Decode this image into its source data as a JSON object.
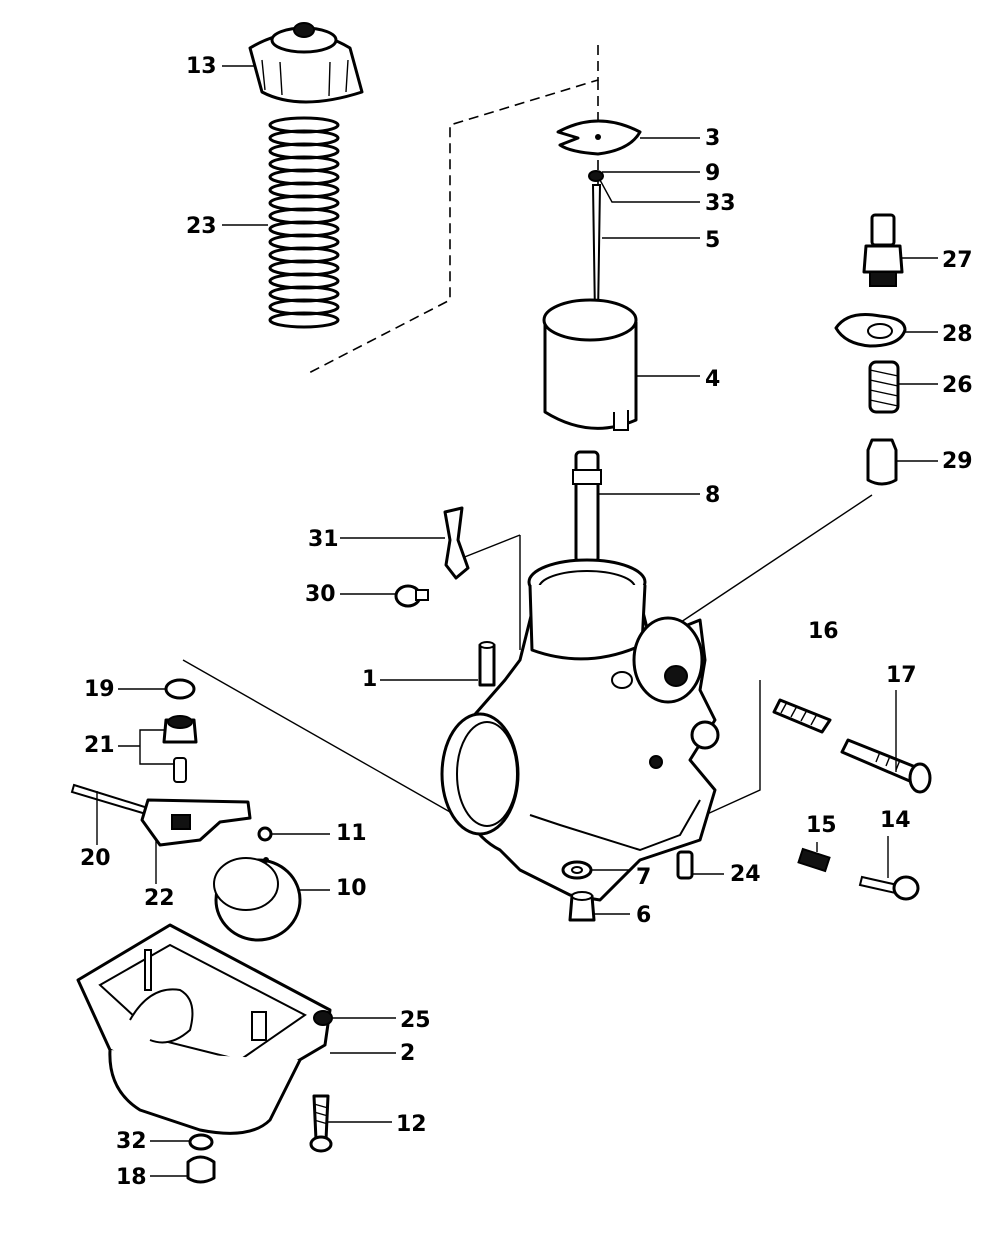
{
  "callouts": [
    {
      "id": "13",
      "text": "13"
    },
    {
      "id": "23",
      "text": "23"
    },
    {
      "id": "3",
      "text": "3"
    },
    {
      "id": "9",
      "text": "9"
    },
    {
      "id": "33",
      "text": "33"
    },
    {
      "id": "5",
      "text": "5"
    },
    {
      "id": "4",
      "text": "4"
    },
    {
      "id": "8",
      "text": "8"
    },
    {
      "id": "27",
      "text": "27"
    },
    {
      "id": "28",
      "text": "28"
    },
    {
      "id": "26",
      "text": "26"
    },
    {
      "id": "29",
      "text": "29"
    },
    {
      "id": "31",
      "text": "31"
    },
    {
      "id": "30",
      "text": "30"
    },
    {
      "id": "1",
      "text": "1"
    },
    {
      "id": "16",
      "text": "16"
    },
    {
      "id": "17",
      "text": "17"
    },
    {
      "id": "19",
      "text": "19"
    },
    {
      "id": "21",
      "text": "21"
    },
    {
      "id": "20",
      "text": "20"
    },
    {
      "id": "22",
      "text": "22"
    },
    {
      "id": "11",
      "text": "11"
    },
    {
      "id": "10",
      "text": "10"
    },
    {
      "id": "15",
      "text": "15"
    },
    {
      "id": "14",
      "text": "14"
    },
    {
      "id": "7",
      "text": "7"
    },
    {
      "id": "24",
      "text": "24"
    },
    {
      "id": "6",
      "text": "6"
    },
    {
      "id": "25",
      "text": "25"
    },
    {
      "id": "2",
      "text": "2"
    },
    {
      "id": "12",
      "text": "12"
    },
    {
      "id": "32",
      "text": "32"
    },
    {
      "id": "18",
      "text": "18"
    }
  ]
}
